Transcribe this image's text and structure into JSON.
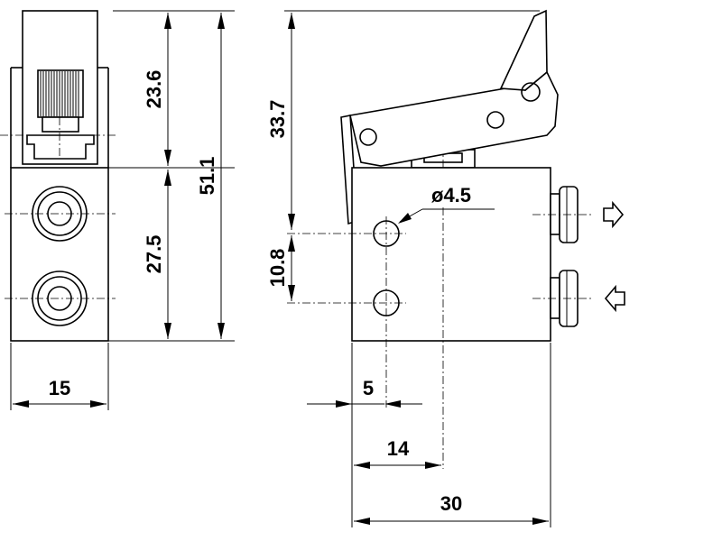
{
  "dimensions": {
    "d_23_6": "23.6",
    "d_51_1": "51.1",
    "d_27_5": "27.5",
    "d_15": "15",
    "d_33_7": "33.7",
    "d_10_8": "10.8",
    "d_hole": "ø4.5",
    "d_5": "5",
    "d_14": "14",
    "d_30": "30"
  }
}
